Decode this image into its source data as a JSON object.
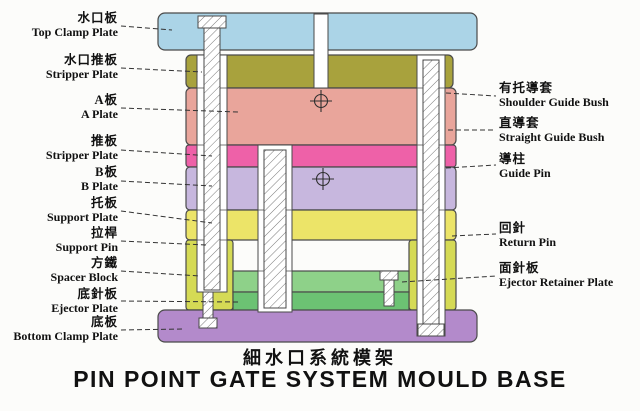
{
  "title": {
    "zh": "細水口系統模架",
    "en": "PIN POINT GATE SYSTEM MOULD BASE"
  },
  "left_labels": [
    {
      "zh": "水口板",
      "en": "Top Clamp Plate"
    },
    {
      "zh": "水口推板",
      "en": "Stripper Plate"
    },
    {
      "zh": "A板",
      "en": "A Plate"
    },
    {
      "zh": "推板",
      "en": "Stripper Plate"
    },
    {
      "zh": "B板",
      "en": "B Plate"
    },
    {
      "zh": "托板",
      "en": "Support Plate"
    },
    {
      "zh": "拉桿",
      "en": "Support Pin"
    },
    {
      "zh": "方鐵",
      "en": "Spacer Block"
    },
    {
      "zh": "底針板",
      "en": "Ejector Plate"
    },
    {
      "zh": "底板",
      "en": "Bottom Clamp Plate"
    }
  ],
  "right_labels": [
    {
      "zh": "有托導套",
      "en": "Shoulder Guide Bush"
    },
    {
      "zh": "直導套",
      "en": "Straight Guide Bush"
    },
    {
      "zh": "導柱",
      "en": "Guide Pin"
    },
    {
      "zh": "回針",
      "en": "Return Pin"
    },
    {
      "zh": "面針板",
      "en": "Ejector Retainer Plate"
    }
  ],
  "colors": {
    "top_clamp_plate": "#abd4e7",
    "runner_stripper_plate": "#a8a23d",
    "a_plate": "#e9a59b",
    "stripper_plate": "#ee61a8",
    "b_plate": "#c7b7de",
    "support_plate": "#ece468",
    "spacer_block": "#d5da55",
    "ejector_retainer_plate": "#8ed189",
    "ejector_plate": "#6cc273",
    "bottom_clamp_plate": "#b38acb",
    "outline": "#4a4a4a",
    "leader": "#333333"
  }
}
